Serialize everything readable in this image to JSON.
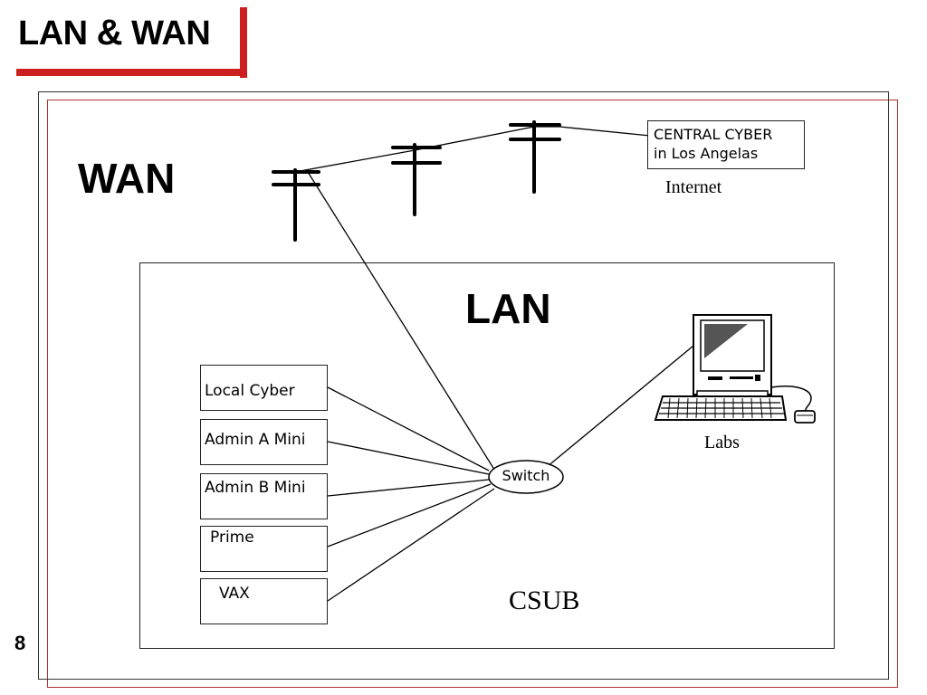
{
  "title": {
    "left": "LAN",
    "amp": "&",
    "right": "WAN"
  },
  "wan_label": "WAN",
  "lan_label": "LAN",
  "central": {
    "line1": "CENTRAL CYBER",
    "line2": "in Los Angelas",
    "caption": "Internet"
  },
  "switch_label": "Switch",
  "labs_label": "Labs",
  "campus_label": "CSUB",
  "nodes": [
    "Local Cyber",
    "Admin A Mini",
    "Admin B Mini",
    "Prime",
    "VAX"
  ],
  "page_number": "8",
  "colors": {
    "accent": "#cc1f1f",
    "frame": "#b03030",
    "ink": "#000000"
  }
}
